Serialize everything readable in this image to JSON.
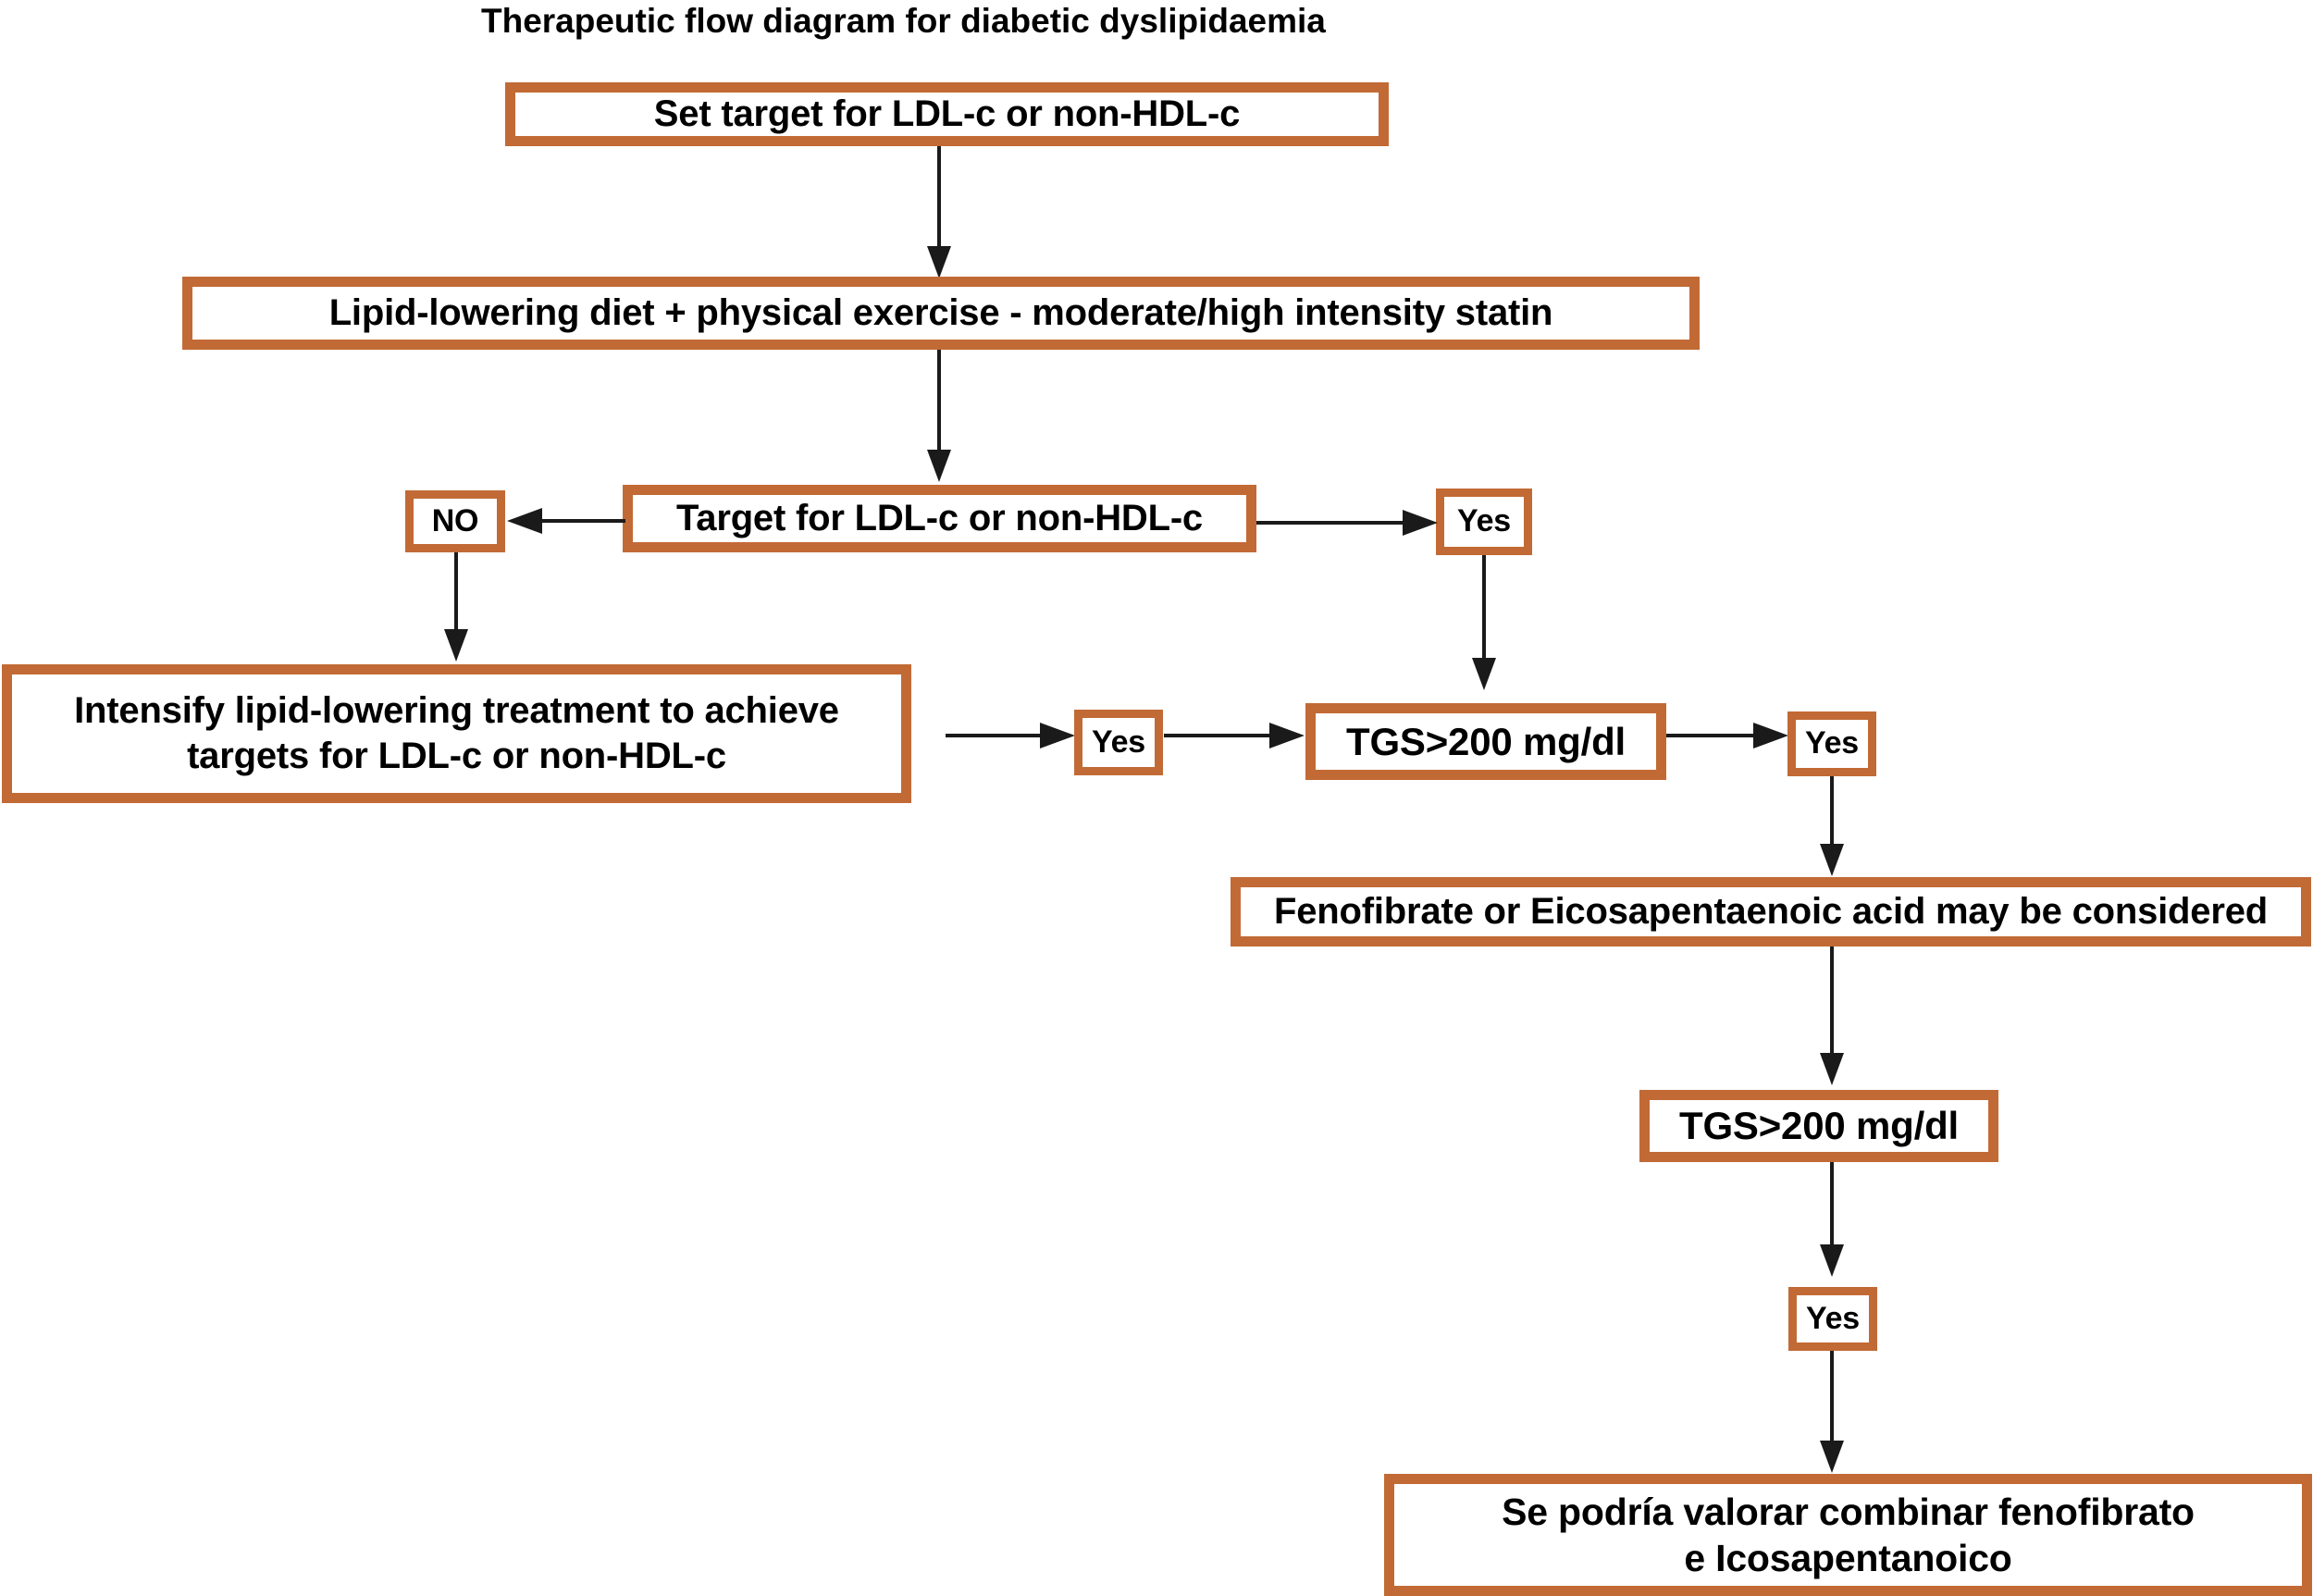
{
  "diagram": {
    "title": "Therapeutic flow diagram for diabetic dyslipidaemia",
    "accent_color": "#C26A35",
    "arrow_color": "#1a1a1a",
    "background_color": "#ffffff",
    "nodes": {
      "set_target": "Set target for LDL-c or non-HDL-c",
      "lifestyle_statin": "Lipid-lowering diet + physical exercise - moderate/high intensity statin",
      "decision_target": "Target for LDL-c or non-HDL-c",
      "branch_no": "NO",
      "branch_yes_right": "Yes",
      "intensify_line1": "Intensify lipid-lowering treatment to achieve",
      "intensify_line2": "targets for LDL-c or non-HDL-c",
      "yes_after_intensify": "Yes",
      "tgs_first": "TGS>200 mg/dl",
      "yes_after_tgs_first": "Yes",
      "fenofibrate_epa": "Fenofibrate or Eicosapentaenoic acid may be considered",
      "tgs_second": "TGS>200 mg/dl",
      "yes_after_tgs_second": "Yes",
      "final_line1": "Se podría valorar combinar fenofibrato",
      "final_line2": "e Icosapentanoico"
    }
  }
}
